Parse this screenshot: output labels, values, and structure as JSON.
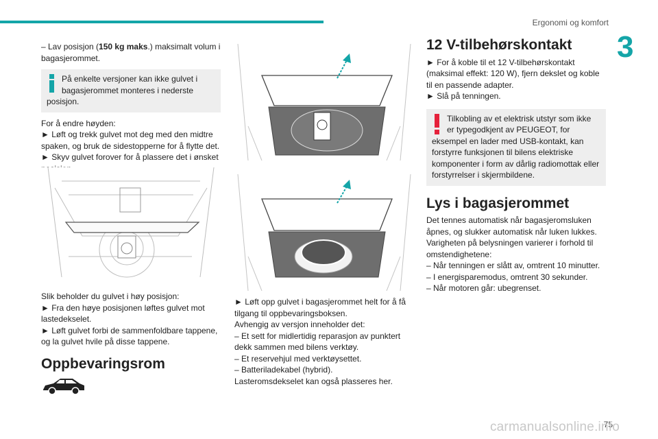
{
  "header": {
    "section_title": "Ergonomi og komfort",
    "chapter_number": "3"
  },
  "col1": {
    "p1": "– Lav posisjon (150 kg maks.) maksimalt volum i bagasjerommet.",
    "note1": "På enkelte versjoner kan ikke gulvet i bagasjerommet monteres i nederste posisjon.",
    "p2": "For å endre høyden:",
    "b1": "► Løft og trekk gulvet mot deg med den midtre spaken, og bruk de sidestopperne for å flytte det.",
    "b2": "► Skyv gulvet forover for å plassere det i ønsket posisjon.",
    "p3": "Slik beholder du gulvet i høy posisjon:",
    "b3": "► Fra den høye posisjonen løftes gulvet mot lastedekselet.",
    "b4": "► Løft gulvet forbi de sammenfoldbare tappene, og la gulvet hvile på disse tappene.",
    "heading": "Oppbevaringsrom"
  },
  "col2": {
    "b1": "► Løft opp gulvet i bagasjerommet helt for å få tilgang til oppbevaringsboksen.",
    "p1": "Avhengig av versjon inneholder det:",
    "d1": "– Et sett for midlertidig reparasjon av punktert dekk sammen med bilens verktøy.",
    "d2": "– Et reservehjul med verktøysettet.",
    "d3": "– Batteriladekabel (hybrid).",
    "p2": "Lasteromsdekselet kan også plasseres her."
  },
  "col3": {
    "heading1": "12 V-tilbehørskontakt",
    "b1": "► For å koble til et 12 V-tilbehørskontakt (maksimal effekt: 120 W), fjern dekslet og koble til en passende adapter.",
    "b2": "► Slå på tenningen.",
    "warning": "Tilkobling av et elektrisk utstyr som ikke er typegodkjent av PEUGEOT, for eksempel en lader med USB-kontakt, kan forstyrre funksjonen til bilens elektriske komponenter i form av dårlig radiomottak eller forstyrrelser i skjermbildene.",
    "heading2": "Lys i bagasjerommet",
    "p1": "Det tennes automatisk når bagasjeromsluken åpnes, og slukker automatisk når luken lukkes.",
    "p2": "Varigheten på belysningen varierer i forhold til omstendighetene:",
    "d1": "– Når tenningen er slått av, omtrent 10 minutter.",
    "d2": "– I energisparemodus, omtrent 30 sekunder.",
    "d3": "– Når motoren går: ubegrenset."
  },
  "footer": {
    "page_number": "75",
    "watermark": "carmanualsonline.info"
  },
  "colors": {
    "accent": "#14a5a8",
    "warning": "#e5213b",
    "note_bg": "#eeeeee"
  }
}
